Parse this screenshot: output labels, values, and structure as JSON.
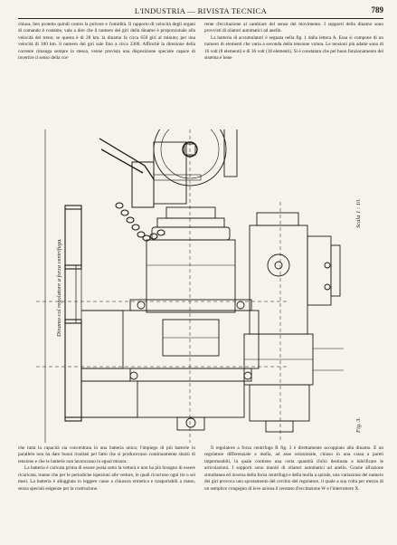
{
  "header": {
    "title": "L'INDUSTRIA — RIVISTA TECNICA",
    "page_number": "789"
  },
  "text": {
    "left_top": [
      "chiusa, ben protetta quindi contro la polvere e l'umidità. Il rapporto di velocità degli organi di comando è costante, vale a dire che il numero dei giri della dinamo è proporzionale alla velocità del treno; se questa è di 28 km. la dinamo fa circa 650 giri al minuto; per una velocità di 100 km. il numero dei giri sale fino a circa 2300. Affinchè la direzione della corrente rimanga sempre la stessa, venne prevista una disposizione speciale capace di invertire il senso della cor-"
    ],
    "right_top": [
      "rente d'eccitazione al cambiare del senso del movimento. I sopporti della dinamo sono provvisti di oliatori automatici ad anello.",
      "La batteria di accumulatori è segnata nella fig. 1 dalla lettera A. Essa si compone di un numero di elementi che varia a seconda della tensione voluta. Le tensioni più adatte sono di 16 volt (8 elementi) e di 36 volt (18 elementi). Si è constatato che pel buon funzionamento del sistema è bene"
    ],
    "left_bottom": [
      "che tutta la capacità sia concentrata in una batteria unica; l'impiego di più batterie in parallelo non ha dato buoni risultati pel fatto che si producevano continuamente sbalzi di tensione e che le batterie non lavoravano in egual misura.",
      "La batteria è caricata prima di essere posta sotto la vettura e non ha più bisogno di essere ricaricata, tranne che per le periodiche ispezioni alle vetture, le quali ricorrono ogni tre o sei mesi. La batteria è alloggiata in leggere casse a chiusura ermetica e trasportabili a mano, senza speciali esigenze per la costruzione."
    ],
    "right_bottom": [
      "Il regolatore a forza centrifuga R fig. 3 è direttamente accoppiato alla dinamo. È un regolatore differenziale a molla, ad asse orizzontale, chiuso in una cassa a pareti impermeabili, la quale contiene una certa quantità d'olio destinata a lubrificare le articolazioni. I sopporti sono muniti di oliatori automatici ad anello. Grazie all'azione simultanea ed inversa della forza centrifuga e della molla a spirale, una variazione del numero dei giri provoca uno spostamento del cerchio del regolatore, il quale a sua volta per mezzo di un semplice congegno di leve aziona il reostato d'eccitazione W e l'interruttore X."
    ]
  },
  "figure": {
    "side_label": "Dinamo col regolatore a forza centrifuga.",
    "scale_label": "Scala 1 : 10.",
    "fig_label": "Fig. 3."
  },
  "colors": {
    "paper": "#f6f3ec",
    "ink": "#1b1b1b"
  }
}
